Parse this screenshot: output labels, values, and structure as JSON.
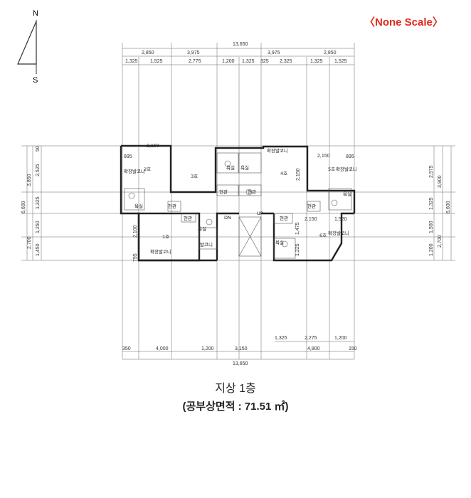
{
  "scale_note": "〈None Scale〉",
  "compass": {
    "north": "N",
    "south": "S"
  },
  "dimensions": {
    "top_total": "13,650",
    "top_row1": [
      "2,850",
      "3,975",
      "3,975",
      "2,850"
    ],
    "top_row2": [
      "1,325",
      "1,525",
      "2,775",
      "1,200",
      "1,325",
      "325",
      "2,325",
      "1,325",
      "1,525"
    ],
    "bottom_total": "13,650",
    "bottom_row1": [
      "350",
      "4,000",
      "1,200",
      "3,150",
      "4,800",
      "150"
    ],
    "bottom_row2": [
      "1,325",
      "2,275",
      "1,200"
    ],
    "left_total": "6,600",
    "left_row1": [
      "3,850",
      "2,700"
    ],
    "left_row2": [
      "50",
      "2,525",
      "1,325",
      "1,250",
      "1,450"
    ],
    "right_total": "6,600",
    "right_row1": [
      "3,900",
      "2,700"
    ],
    "right_row2": [
      "2,575",
      "1,325",
      "1,500",
      "1,200"
    ]
  },
  "rooms": {
    "unit2": "2호",
    "unit3": "3호",
    "unit4": "4호",
    "unit5": "5호",
    "unit1": "1호",
    "unit6": "6호",
    "bath": "욕실",
    "entry": "현관",
    "balcony": "발코니",
    "service_balcony": "확장발코니",
    "up": "UP",
    "dn": "DN"
  },
  "interior_dims": {
    "d2150": "2,150",
    "d1520": "1,520",
    "d895": "895",
    "d2100": "2,100",
    "d795": "795",
    "d1475": "1,475",
    "d1225": "1,225"
  },
  "caption": {
    "floor": "지상 1층",
    "area": "(공부상면적 : 71.51 ㎡)"
  },
  "colors": {
    "scale_note": "#e0271a",
    "wall": "#222222"
  }
}
